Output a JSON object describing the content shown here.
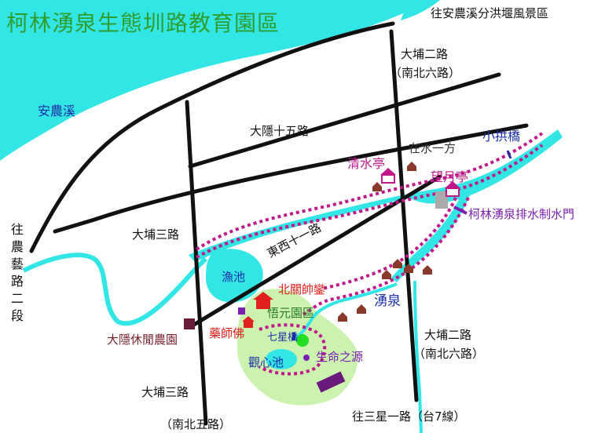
{
  "title": "柯林湧泉生態圳路教育園區",
  "labels": {
    "to_scenic": "往安農溪分洪堰風景區",
    "annong_river": "安農溪",
    "dapu_2_top": "大埔二路",
    "nanbei_6_top": "（南北六路）",
    "dayin_15": "大隱十五路",
    "small_bridge": "小拱橋",
    "zaishui": "在水一方",
    "qingshui_pavilion": "清水亭",
    "wangyue_pavilion": "望月亭",
    "drain_gate": "柯林湧泉排水制水門",
    "dapu_3_mid": "大埔三路",
    "dongxi_11": "東西十一路",
    "fish_pond": "漁池",
    "beiguan": "北關帥鑾",
    "wuyuan": "悟元園區",
    "yongquan": "湧泉",
    "dayin_farm": "大隱休閒農園",
    "yaoshifo": "藥師佛",
    "qixing_bridge": "七星橋",
    "guanxin_pond": "觀心池",
    "life_source": "生命之源",
    "dapu_2_bottom": "大埔二路",
    "nanbei_6_bottom": "（南北六路）",
    "dapu_3_bottom": "大埔三路",
    "nanbei_5": "（南北五路）",
    "to_sanxing": "往三星一路（台7線）",
    "to_nongyi": "往農藝路二段"
  },
  "colors": {
    "river": "#33e6e6",
    "park": "#ccf2b0",
    "trail": "#c0188a",
    "road": "#111111",
    "title": "#2f9e2f"
  }
}
